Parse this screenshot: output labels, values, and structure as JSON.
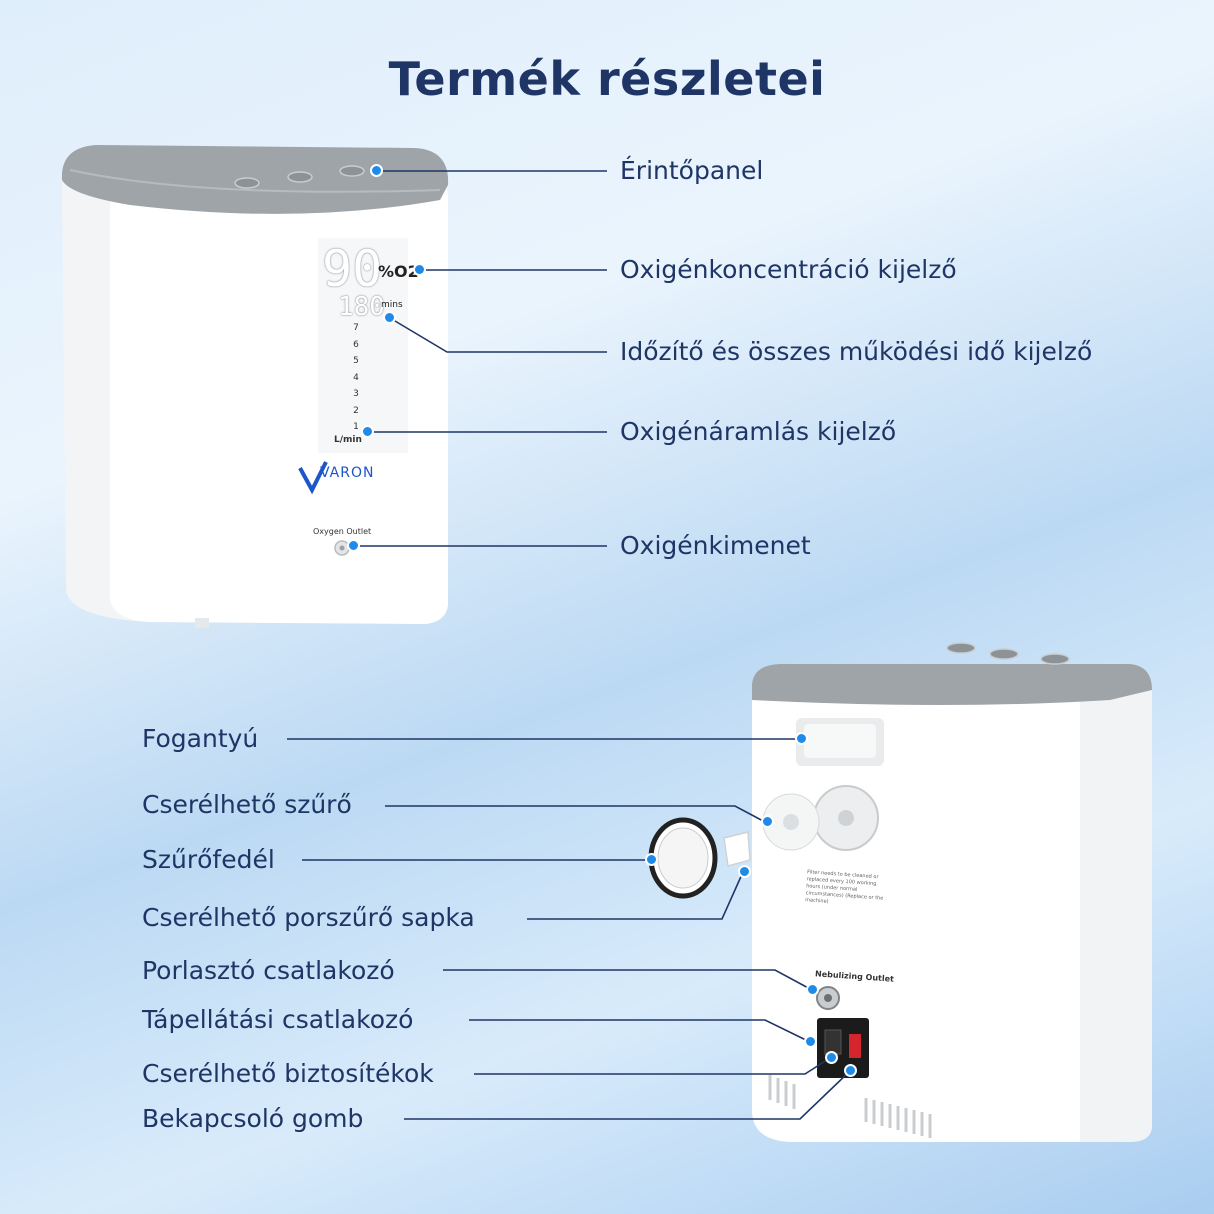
{
  "title": "Termék részletei",
  "front": {
    "display_value": "90",
    "display_unit": "%O2",
    "timer_value": "180",
    "timer_unit": "mins",
    "scale": [
      "7",
      "6",
      "5",
      "4",
      "3",
      "2",
      "1"
    ],
    "flow_unit": "L/min",
    "brand": "VARON",
    "outlet_text": "Oxygen Outlet"
  },
  "back": {
    "outlet_text": "Nebulizing Outlet",
    "filter_note": "Filter needs to be cleaned or replaced every 100 working hours (under normal circumstances) (Replace or the machine)"
  },
  "labels_front": [
    "Érintőpanel",
    "Oxigénkoncentráció kijelző",
    "Időzítő és összes működési idő kijelző",
    "Oxigénáramlás kijelző",
    "Oxigénkimenet"
  ],
  "labels_back": [
    "Fogantyú",
    "Cserélhető szűrő",
    "Szűrőfedél",
    "Cserélhető porszűrő sapka",
    "Porlasztó csatlakozó",
    "Tápellátási csatlakozó",
    "Cserélhető biztosítékok",
    "Bekapcsoló gomb"
  ],
  "colors": {
    "text": "#1f3566",
    "dot": "#1f8be8",
    "device_top": "#9ea4a8"
  }
}
